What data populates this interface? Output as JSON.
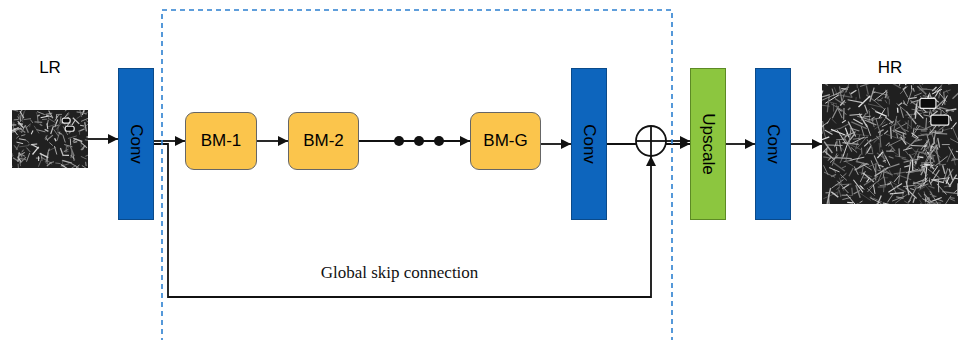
{
  "diagram": {
    "nodes": [
      {
        "text": [
          "LR"
        ]
      },
      {
        "text": [
          "Conv"
        ]
      },
      {
        "text": [
          "BM-1"
        ]
      },
      {
        "text": [
          "BM-2"
        ]
      },
      {
        "text": [
          "BM-G"
        ]
      },
      {
        "text": [
          "Conv"
        ]
      },
      {
        "text": [
          "Upscale"
        ]
      },
      {
        "text": [
          "Conv"
        ]
      },
      {
        "text": [
          "HR"
        ]
      }
    ],
    "edges": [
      {
        "from": 0,
        "to": 1,
        "arrow": "to"
      },
      {
        "from": 1,
        "to": 2,
        "arrow": "to"
      },
      {
        "from": 2,
        "to": 3,
        "arrow": "to"
      },
      {
        "from": 3,
        "to": 4,
        "arrow": "to"
      },
      {
        "from": 4,
        "to": 5,
        "arrow": "to"
      },
      {
        "from": 5,
        "to": 6,
        "arrow": "to"
      },
      {
        "from": 1,
        "to": 6,
        "label": "Global skip connection",
        "arrow": "to"
      },
      {
        "from": 6,
        "to": 7,
        "arrow": "to"
      },
      {
        "from": 7,
        "to": 8,
        "arrow": "to"
      }
    ]
  }
}
